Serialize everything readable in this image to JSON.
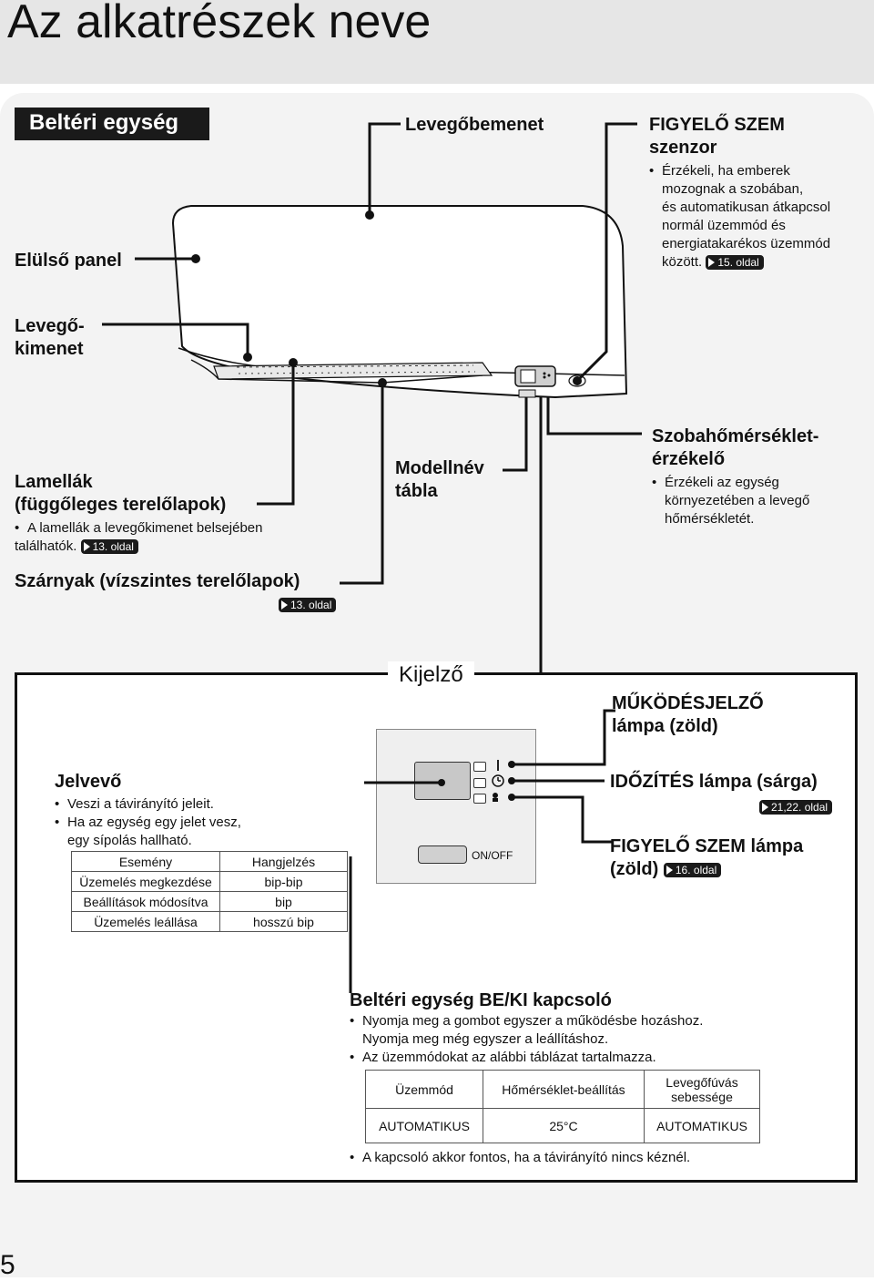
{
  "page_title": "Az alkatrészek neve",
  "section_label": "Beltéri egység",
  "labels": {
    "front_panel": "Elülső panel",
    "air_inlet": "Levegőbemenet",
    "sensor_title_1": "FIGYELŐ SZEM",
    "sensor_title_2": "szenzor",
    "air_outlet_1": "Levegő-",
    "air_outlet_2": "kimenet",
    "louvers_1": "Lamellák",
    "louvers_2": "(függőleges terelőlapok)",
    "flaps": "Szárnyak (vízszintes terelőlapok)",
    "model_plate_1": "Modellnév",
    "model_plate_2": "tábla",
    "room_temp_1": "Szobahőmérséklet-",
    "room_temp_2": "érzékelő",
    "display": "Kijelző",
    "operation_lamp_1": "MŰKÖDÉSJELZŐ",
    "operation_lamp_2": "lámpa (zöld)",
    "receiver": "Jelvevő",
    "timer_lamp": "IDŐZÍTÉS lámpa (sárga)",
    "eye_lamp_1": "FIGYELŐ SZEM lámpa",
    "eye_lamp_2": "(zöld)",
    "onoff_switch": "Beltéri egység BE/KI kapcsoló",
    "onoff_button": "ON/OFF"
  },
  "bullets": {
    "sensor": [
      "Érzékeli, ha emberek",
      "mozognak a szobában,",
      "és automatikusan átkapcsol",
      "normál üzemmód és",
      "energiatakarékos üzemmód",
      "között."
    ],
    "louvers": [
      "A lamellák a levegőkimenet belsejében",
      "találhatók."
    ],
    "room_temp": [
      "Érzékeli az egység",
      "környezetében a levegő",
      "hőmérsékletét."
    ],
    "receiver": [
      "Veszi a távirányító jeleit.",
      "Ha az egység egy jelet vesz,",
      "egy sípolás hallható."
    ],
    "switch": [
      "Nyomja meg a gombot egyszer a működésbe hozáshoz.",
      "Nyomja meg még egyszer a leállításhoz.",
      "Az üzemmódokat az alábbi táblázat tartalmazza."
    ],
    "switch_note": "A kapcsoló akkor fontos, ha a távirányító nincs kéznél."
  },
  "refs": {
    "sensor": "15. oldal",
    "louvers": "13. oldal",
    "flaps": "13. oldal",
    "timer": "21,22. oldal",
    "eye": "16. oldal"
  },
  "beep_table": {
    "headers": [
      "Esemény",
      "Hangjelzés"
    ],
    "rows": [
      [
        "Üzemelés megkezdése",
        "bip-bip"
      ],
      [
        "Beállítások módosítva",
        "bip"
      ],
      [
        "Üzemelés leállása",
        "hosszú bip"
      ]
    ]
  },
  "mode_table": {
    "headers": [
      "Üzemmód",
      "Hőmérséklet-beállítás",
      "Levegőfúvás",
      "sebessége"
    ],
    "row": [
      "AUTOMATIKUS",
      "25°C",
      "AUTOMATIKUS"
    ]
  },
  "page_number": "5",
  "colors": {
    "ink": "#111111",
    "panel": "#f3f3f3",
    "title_band": "#e6e6e6",
    "label_bg": "#1a1a1a"
  }
}
